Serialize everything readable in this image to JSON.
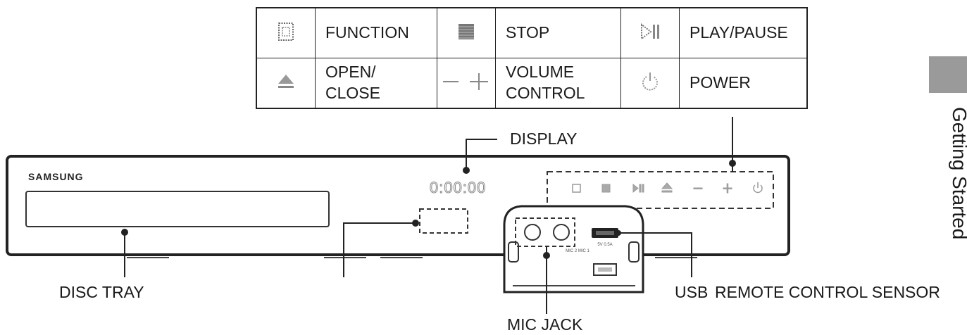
{
  "functions": [
    {
      "icon": "function-icon",
      "label": [
        "FUNCTION"
      ]
    },
    {
      "icon": "stop-icon",
      "label": [
        "STOP"
      ]
    },
    {
      "icon": "play-pause-icon",
      "label": [
        "PLAY/PAUSE"
      ]
    },
    {
      "icon": "eject-icon",
      "label": [
        "OPEN/",
        "CLOSE"
      ]
    },
    {
      "icon": "volume-icon",
      "label": [
        "VOLUME",
        "CONTROL"
      ]
    },
    {
      "icon": "power-icon",
      "label": [
        "POWER"
      ]
    }
  ],
  "callouts": {
    "display": "DISPLAY",
    "disc_tray": "DISC TRAY",
    "mic_jack": "MIC JACK",
    "usb": "USB",
    "remote_sensor": "REMOTE CONTROL SENSOR"
  },
  "device": {
    "brand": "SAMSUNG",
    "display_readout": "0:00:00",
    "mic_port_label": "MIC 2  MIC 1",
    "usb_port_label": "5V 0.5A"
  },
  "side_tab": {
    "text": "Getting Started"
  }
}
